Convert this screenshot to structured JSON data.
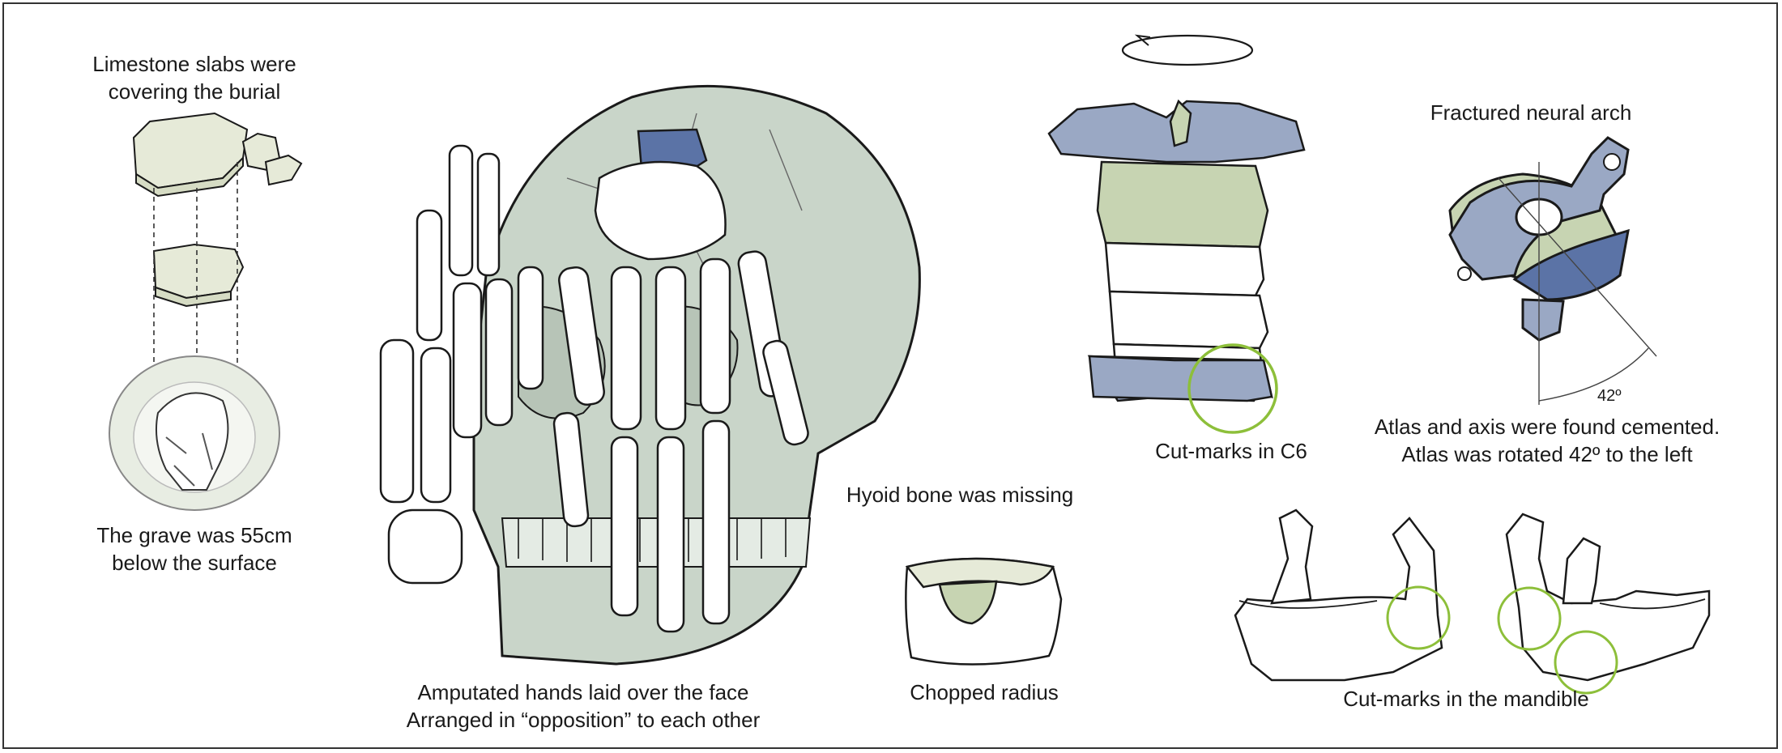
{
  "labels": {
    "slabs": [
      "Limestone slabs were",
      "covering the burial"
    ],
    "grave": [
      "The grave was 55cm",
      "below the surface"
    ],
    "hands": [
      "Amputated hands laid over the face",
      "Arranged in “opposition” to each other"
    ],
    "hyoid": "Hyoid bone was missing",
    "radius": "Chopped radius",
    "c6": "Cut-marks in C6",
    "neural_arch": "Fractured neural arch",
    "atlas": [
      "Atlas and axis were found cemented.",
      "Atlas was rotated 42º to the left"
    ],
    "angle": "42º",
    "mandible": "Cut-marks in the mandible"
  },
  "colors": {
    "skull_fill": "#c9d5c9",
    "vertebra_blue": "#9aa8c4",
    "vertebra_dark_blue": "#5b73a6",
    "vertebra_green": "#c7d4b2",
    "cutmark_circle": "#8dbf3a",
    "slab_fill": "#e6ead8",
    "outline": "#1a1a1a"
  }
}
